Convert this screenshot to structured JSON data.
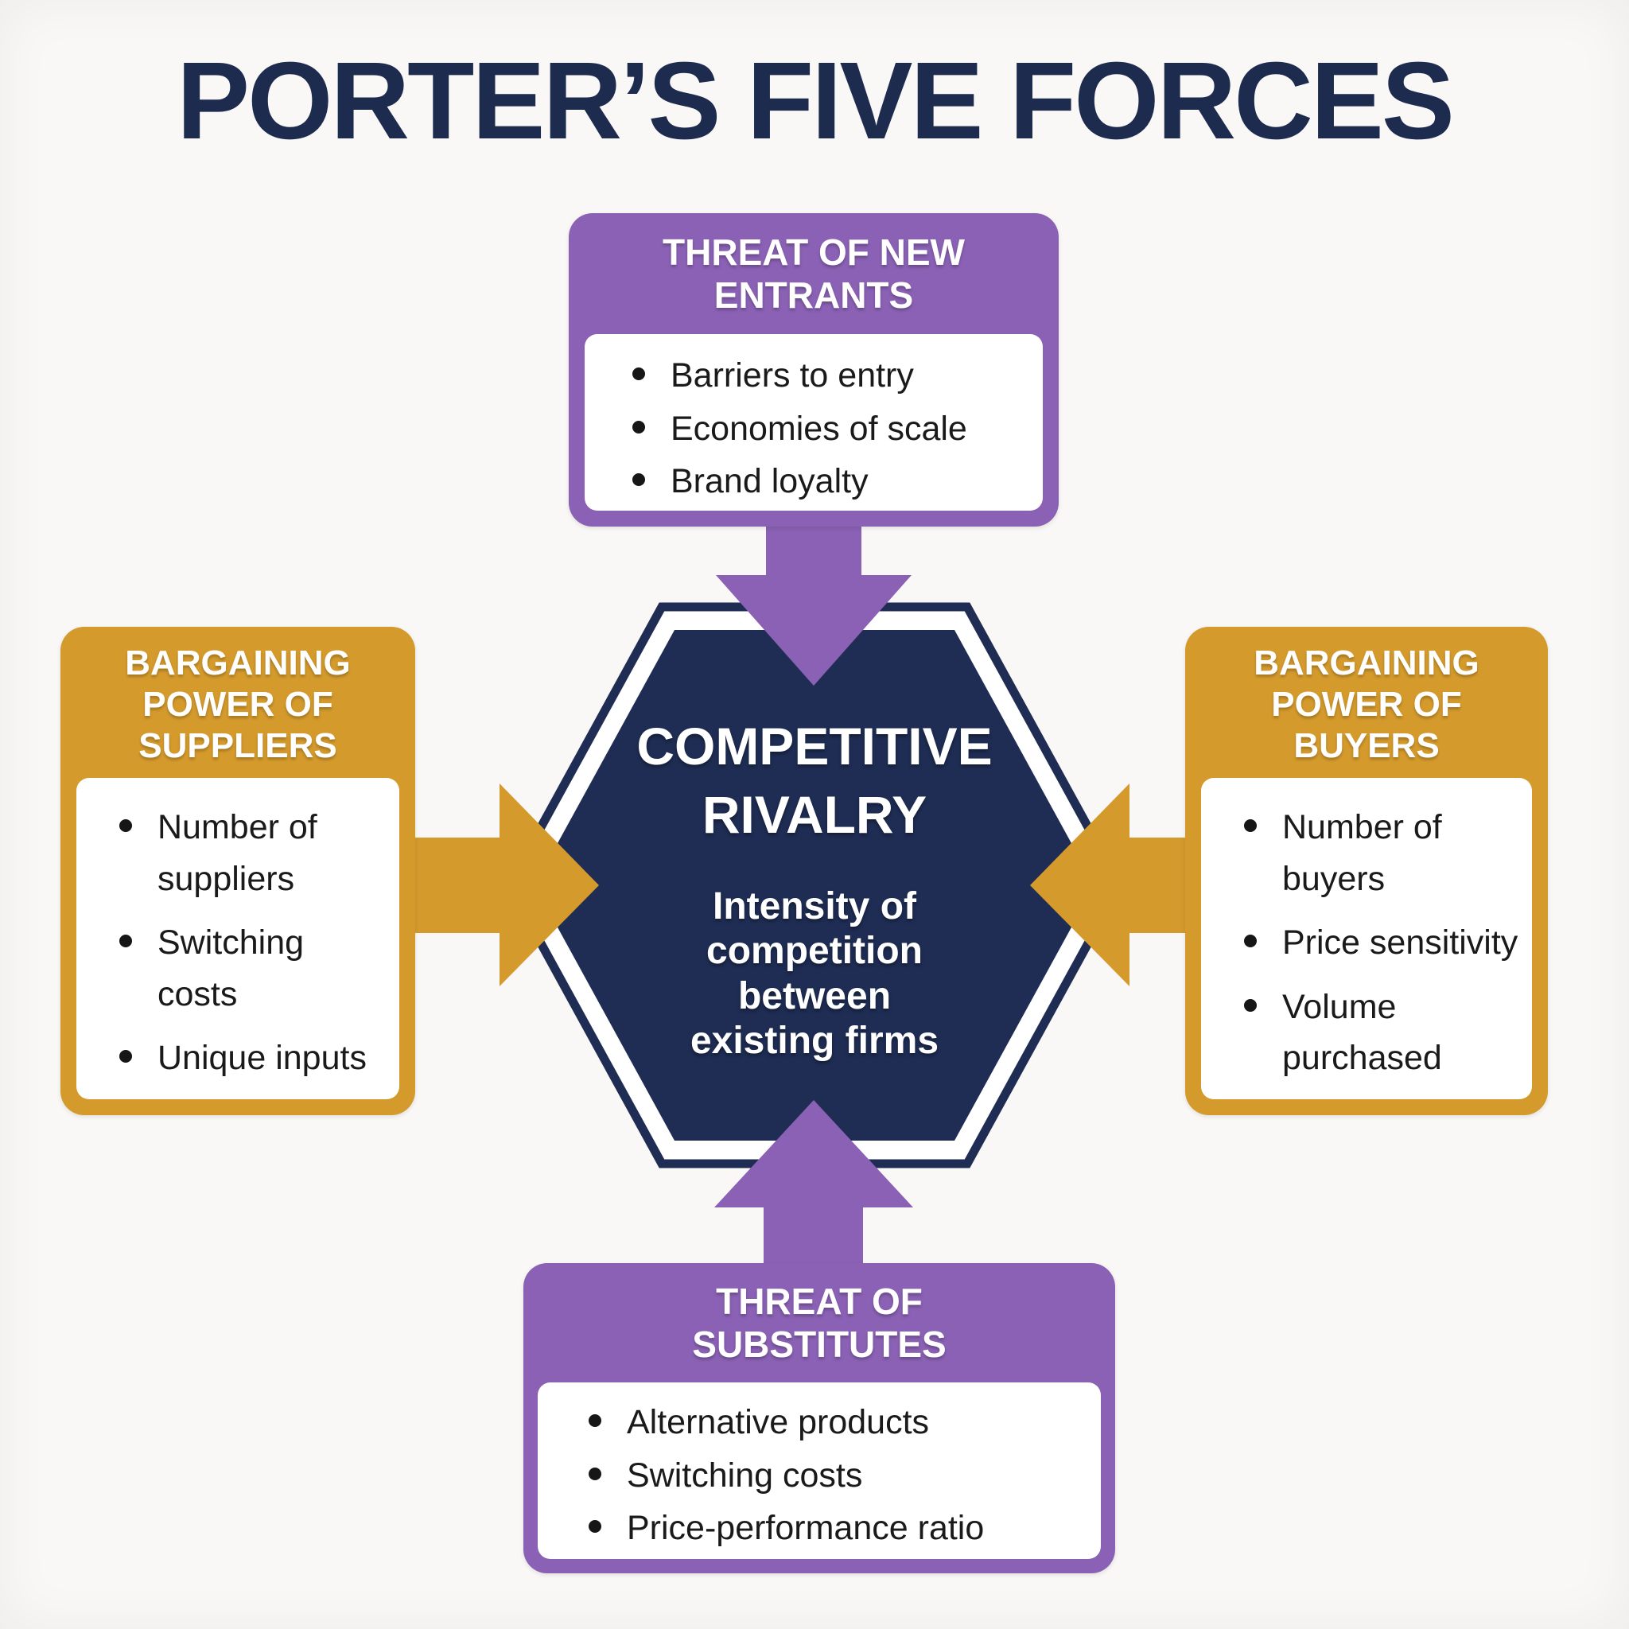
{
  "title": "PORTER’S FIVE FORCES",
  "colors": {
    "purple": "#8a61b4",
    "gold": "#d49a2c",
    "navy": "#1f2d54",
    "navy_dark": "#1d2b4e",
    "text": "#1a1a1a",
    "bg": "#f9f8f6"
  },
  "center": {
    "heading": "COMPETITIVE\nRIVALRY",
    "description": "Intensity of\ncompetition\nbetween\nexisting firms"
  },
  "forces": {
    "new_entrants": {
      "title": "THREAT OF NEW\nENTRANTS",
      "items": [
        "Barriers to entry",
        "Economies of scale",
        "Brand loyalty"
      ]
    },
    "suppliers": {
      "title": "BARGAINING\nPOWER OF\nSUPPLIERS",
      "items": [
        "Number of\nsuppliers",
        "Switching costs",
        "Unique inputs"
      ]
    },
    "buyers": {
      "title": "BARGAINING\nPOWER OF\nBUYERS",
      "items": [
        "Number of\nbuyers",
        "Price sensitivity",
        "Volume\npurchased"
      ]
    },
    "substitutes": {
      "title": "THREAT OF\nSUBSTITUTES",
      "items": [
        "Alternative products",
        "Switching costs",
        "Price-performance ratio"
      ]
    }
  }
}
